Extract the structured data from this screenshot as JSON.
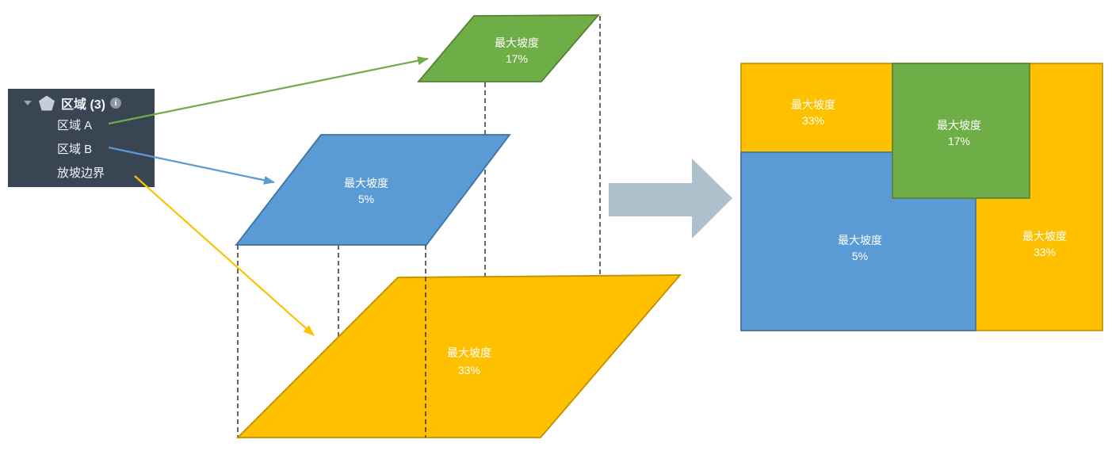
{
  "panel": {
    "title": "区域 (3)",
    "items": [
      "区域 A",
      "区域 B",
      "放坡边界"
    ]
  },
  "icons": {
    "info_glyph": "i"
  },
  "shapes": {
    "green": {
      "label": "最大坡度",
      "value": "17%"
    },
    "blue": {
      "label": "最大坡度",
      "value": "5%"
    },
    "yellow": {
      "label": "最大坡度",
      "value": "33%"
    }
  },
  "result": {
    "top_left_yellow": {
      "label": "最大坡度",
      "value": "33%"
    },
    "green": {
      "label": "最大坡度",
      "value": "17%"
    },
    "blue": {
      "label": "最大坡度",
      "value": "5%"
    },
    "right_yellow": {
      "label": "最大坡度",
      "value": "33%"
    }
  },
  "colors": {
    "green_fill": "#6FAD47",
    "green_stroke": "#548235",
    "blue_fill": "#5B9BD5",
    "blue_stroke": "#41719C",
    "yellow_fill": "#FFC000",
    "yellow_stroke": "#BF9000",
    "guide_stroke": "#404040",
    "big_arrow": "#AEC0CC",
    "panel_bg": "#3A4553",
    "panel_text": "#F2F5F8",
    "label_text": "#FFFFFF"
  }
}
